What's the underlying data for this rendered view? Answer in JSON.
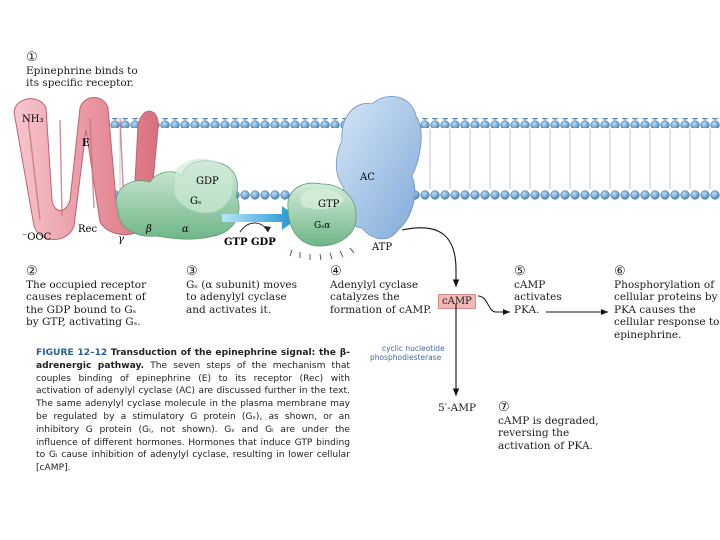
{
  "steps": [
    {
      "num": "①",
      "text": [
        "Epinephrine binds to",
        "its specific receptor."
      ]
    },
    {
      "num": "②",
      "text": [
        "The occupied receptor",
        "causes replacement of",
        "the GDP bound to Gₛ",
        "by GTP, activating Gₛ."
      ]
    },
    {
      "num": "③",
      "text": [
        "Gₛ (α subunit) moves",
        "to adenylyl cyclase",
        "and activates it."
      ]
    },
    {
      "num": "④",
      "text": [
        "Adenylyl cyclase",
        "catalyzes the",
        "formation of cAMP."
      ]
    },
    {
      "num": "⑤",
      "text": [
        "cAMP",
        "activates",
        "PKA."
      ]
    },
    {
      "num": "⑥",
      "text": [
        "Phosphorylation of",
        "cellular proteins by",
        "PKA causes the",
        "cellular response to",
        "epinephrine."
      ]
    },
    {
      "num": "⑦",
      "text": [
        "cAMP is degraded,",
        "reversing the",
        "activation of PKA."
      ]
    }
  ],
  "labels": {
    "nh3": "NH₃",
    "ooc": "⁻OOC",
    "E": "E",
    "rec": "Rec",
    "gamma": "γ",
    "beta": "β",
    "alpha": "α",
    "gdp": "GDP",
    "gs": "Gₛ",
    "gtp_gdp": "GTP GDP",
    "gtp": "GTP",
    "gsa": "Gₛα",
    "ac": "AC",
    "atp": "ATP",
    "camp": "cAMP",
    "enzyme": [
      "cyclic nucleotide",
      "phosphodiesterase"
    ],
    "five_amp": "5′-AMP"
  },
  "caption": {
    "head": "FIGURE 12–12",
    "head2": "Transduction of the epinephrine signal: the β-adrenergic pathway.",
    "body": "The seven steps of the mechanism that couples binding of epinephrine (E) to its receptor (Rec) with activation of adenylyl cyclase (AC) are discussed further in the text. The same adenylyl cyclase molecule in the plasma membrane may be regulated by a stimulatory G protein (Gₛ), as shown, or an inhibitory G protein (Gᵢ, not shown). Gₛ and Gᵢ are under the influence of different hormones. Hormones that induce GTP binding to Gᵢ cause inhibition of adenylyl cyclase, resulting in lower cellular [cAMP]."
  },
  "colors": {
    "receptor": "#e98f9a",
    "gprotein": "#8fcca4",
    "ac": "#a9c9ec",
    "membrane": "#4f86b8",
    "arrow": "#2a9fd8"
  }
}
